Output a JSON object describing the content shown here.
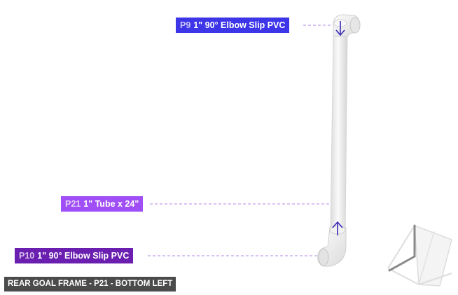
{
  "parts": [
    {
      "id": "P9",
      "description": "1\" 90° Elbow Slip PVC",
      "color": "#3d35e8"
    },
    {
      "id": "P21",
      "description": "1\" Tube x 24\"",
      "color": "#a04ef5"
    },
    {
      "id": "P10",
      "description": "1\" 90° Elbow Slip PVC",
      "color": "#6a1fb0"
    }
  ],
  "caption": "REAR GOAL FRAME - P21 - BOTTOM LEFT",
  "colors": {
    "pipe": "#efefef",
    "pipe_edge": "#d8d8d8",
    "arrow": "#3a2ab8",
    "leader": "#b08ae8"
  }
}
